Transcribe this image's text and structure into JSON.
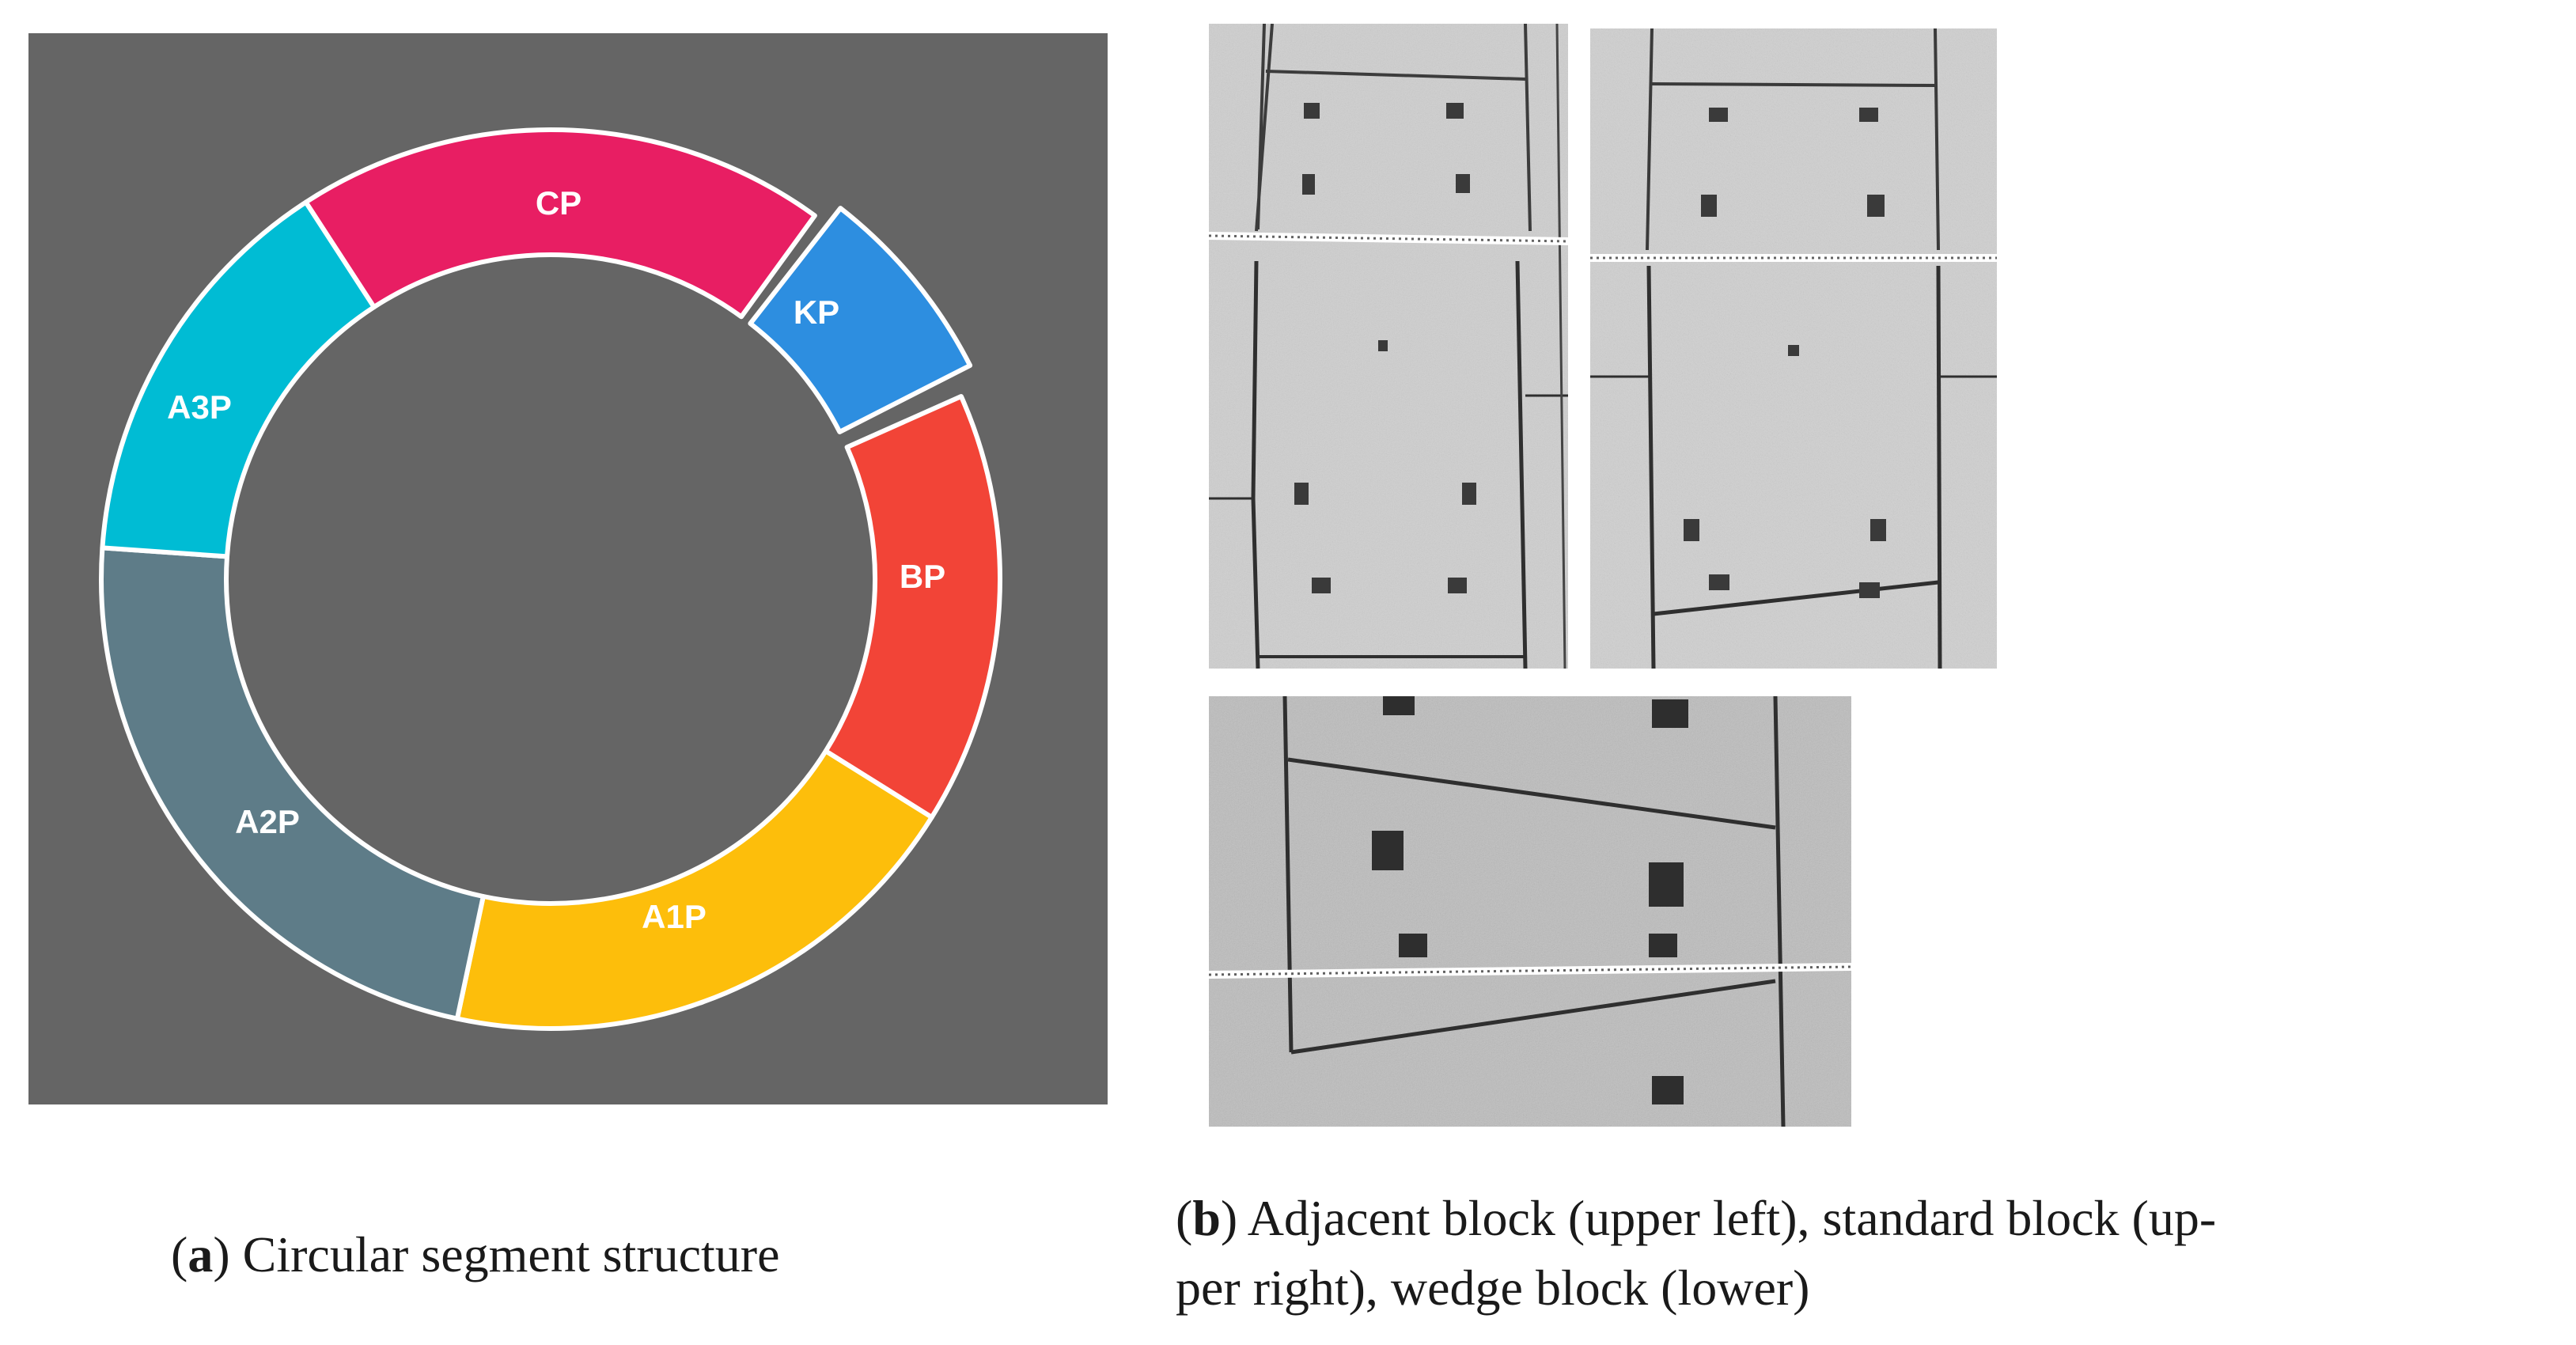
{
  "ring": {
    "segments": [
      {
        "label": "CP",
        "color": "#e81e63"
      },
      {
        "label": "KP",
        "color": "#2d8ee0"
      },
      {
        "label": "BP",
        "color": "#f24437"
      },
      {
        "label": "A1P",
        "color": "#fdbe0b"
      },
      {
        "label": "A2P",
        "color": "#5e7c88"
      },
      {
        "label": "A3P",
        "color": "#00bcd4"
      }
    ],
    "background": "#656565"
  },
  "captions": {
    "a": {
      "letter": "a",
      "text": " Circular segment structure"
    },
    "b": {
      "letter": "b",
      "line1": " Adjacent block (upper left), standard block (up-",
      "line2": "per right), wedge block (lower)"
    }
  }
}
